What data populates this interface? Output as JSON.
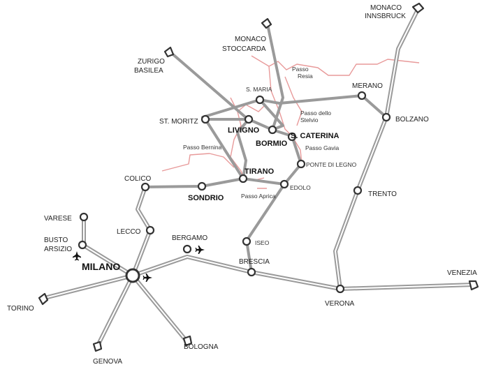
{
  "colors": {
    "road": "#9a9a9a",
    "border": "#e89a9a",
    "node_stroke": "#333333",
    "background": "#ffffff"
  },
  "destinations": {
    "monaco_innsbruck": [
      "MONACO",
      "INNSBRUCK"
    ],
    "monaco_stoccarda": [
      "MONACO",
      "STOCCARDA"
    ],
    "zurigo_basilea": [
      "ZURIGO",
      "BASILEA"
    ],
    "torino": "TORINO",
    "genova": "GENOVA",
    "bologna": "BOLOGNA",
    "venezia": "VENEZIA"
  },
  "cities": {
    "milano": "MILANO",
    "varese": "VARESE",
    "busto": [
      "BUSTO",
      "ARSIZIO"
    ],
    "lecco": "LECCO",
    "colico": "COLICO",
    "bergamo": "BERGAMO",
    "brescia": "BRESCIA",
    "verona": "VERONA",
    "trento": "TRENTO",
    "bolzano": "BOLZANO",
    "merano": "MERANO",
    "sondrio": "SONDRIO",
    "tirano": "TIRANO",
    "edolo": "EDOLO",
    "iseo": "ISEO",
    "ponte_di_legno": "PONTE DI LEGNO",
    "bormio": "BORMIO",
    "s_caterina": "S. CATERINA",
    "livigno": "LIVIGNO",
    "st_moritz": "ST. MORITZ",
    "s_maria": "S. MARIA"
  },
  "passes": {
    "resia": [
      "Passo",
      "Resia"
    ],
    "stelvio": [
      "Passo dello",
      "Stelvio"
    ],
    "gavia": "Passo Gavia",
    "bernina": "Passo Bernina",
    "aprica": "Passo Aprica"
  },
  "icons": [
    "airplane-icon",
    "arrow-icon"
  ]
}
